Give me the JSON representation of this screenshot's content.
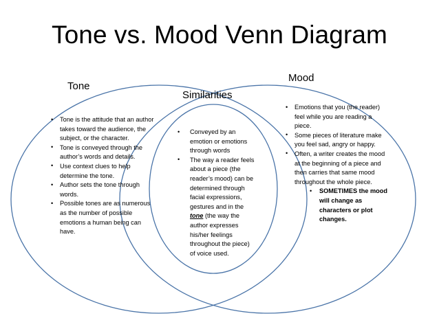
{
  "slide": {
    "title": "Tone vs. Mood Venn Diagram",
    "background_color": "#ffffff",
    "text_color": "#000000"
  },
  "diagram": {
    "type": "venn",
    "stroke_color": "#4a74a8",
    "fill_color": "none",
    "circle_count": 3,
    "labels": {
      "left": "Tone",
      "center": "Similarities",
      "right": "Mood"
    }
  },
  "left_circle": {
    "heading": "Tone",
    "bullets": [
      "Tone is the attitude that an author takes toward the audience, the subject, or the character.",
      " Tone is conveyed through the author’s words and details.",
      "Use context clues to help determine the tone.",
      "Author sets the tone through words.",
      "Possible tones are as numerous as the number of possible emotions a human being can have."
    ]
  },
  "center_circle": {
    "heading": "Similarities",
    "bullets": [
      {
        "prefix": "Conveyed by an emotion or emotions through words",
        "emphasis": "",
        "suffix": ""
      },
      {
        "prefix": "The way a reader feels about a piece (the reader’s mood) can be determined through facial expressions, gestures and in the ",
        "emphasis": "tone",
        "suffix": " (the way the author expresses his/her feelings throughout the piece) of voice used."
      }
    ]
  },
  "right_circle": {
    "heading": "Mood",
    "bullets": [
      "Emotions that you (the reader) feel while you are reading a piece.",
      "Some pieces of literature make you feel sad, angry or happy.",
      "Often, a writer creates the mood at the beginning of a piece and then carries that same mood throughout the whole piece."
    ],
    "sub_bullets": [
      "SOMETIMES the mood will change as characters or plot changes."
    ]
  }
}
